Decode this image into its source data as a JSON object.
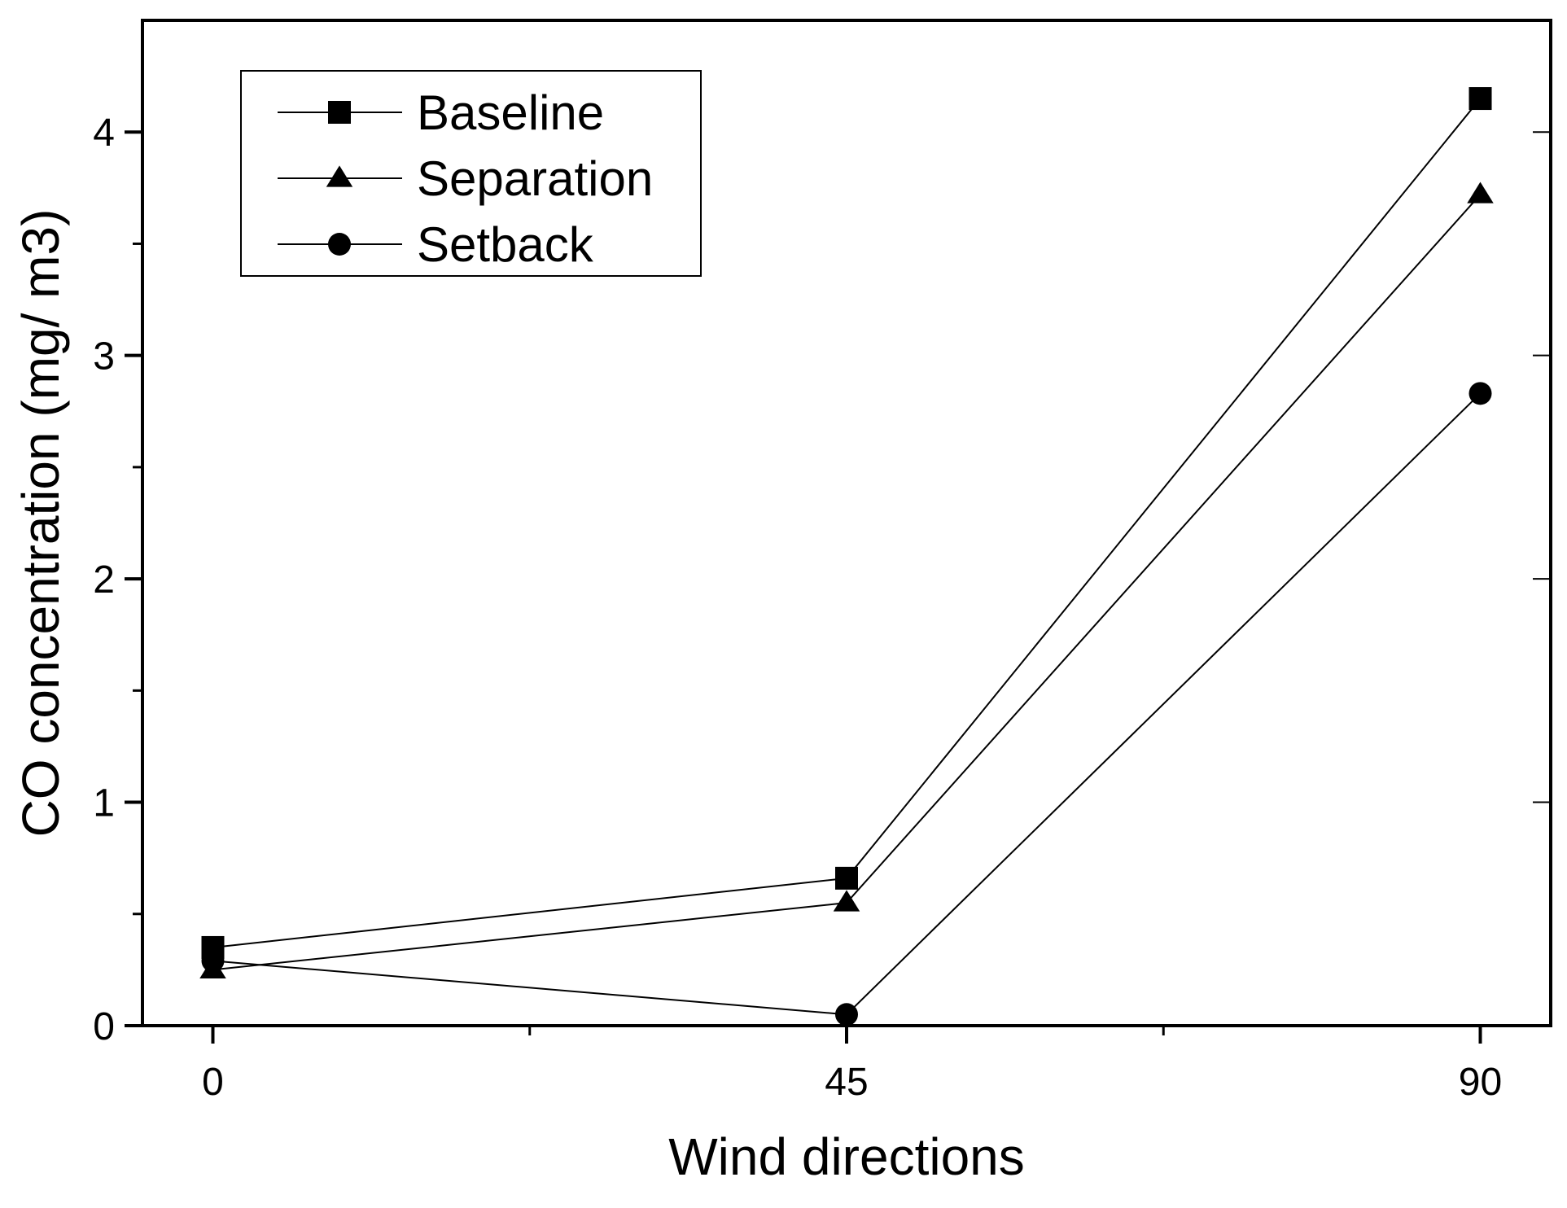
{
  "chart_data": {
    "type": "line",
    "title": "",
    "xlabel": "Wind directions",
    "ylabel": "CO concentration (mg/ m3)",
    "x": [
      0,
      45,
      90
    ],
    "xlim": [
      -5,
      95
    ],
    "ylim": [
      0,
      4.5
    ],
    "xticks": [
      0,
      45,
      90
    ],
    "yticks": [
      0,
      1,
      2,
      3,
      4
    ],
    "grid": false,
    "legend_position": "top-left",
    "series": [
      {
        "name": "Baseline",
        "marker": "square",
        "color": "#000000",
        "values": [
          0.35,
          0.66,
          4.15
        ]
      },
      {
        "name": "Separation",
        "marker": "triangle",
        "color": "#000000",
        "values": [
          0.25,
          0.55,
          3.72
        ]
      },
      {
        "name": "Setback",
        "marker": "circle",
        "color": "#000000",
        "values": [
          0.29,
          0.05,
          2.83
        ]
      }
    ]
  }
}
